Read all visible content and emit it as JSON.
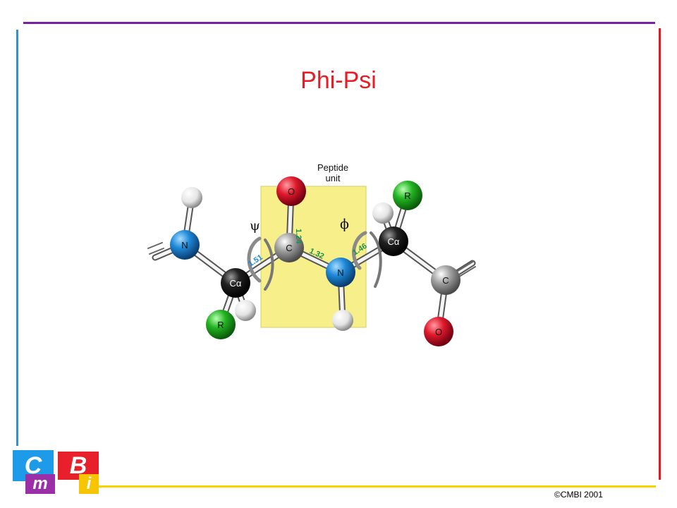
{
  "slide": {
    "title": "Phi-Psi",
    "copyright": "©CMBI 2001"
  },
  "logo": {
    "letters": [
      "C",
      "m",
      "B",
      "i"
    ]
  },
  "diagram": {
    "box_label_line1": "Peptide",
    "box_label_line2": "unit",
    "atoms": {
      "n_left": "N",
      "ca_left": "Cα",
      "r_left": "R",
      "c_center": "C",
      "o_top": "O",
      "n_center": "N",
      "ca_right": "Cα",
      "r_right": "R",
      "c_right": "C",
      "o_bottom": "O"
    },
    "angles": {
      "psi": "ψ",
      "phi": "ϕ"
    },
    "bonds": {
      "ca_c": "1.51",
      "c_o": "1.24",
      "c_n": "1.32",
      "n_ca": "1.46"
    }
  },
  "colors": {
    "title": "#e81c24",
    "box_fill": "#f7ef8a",
    "oxygen": "#e01a2c",
    "nitrogen": "#1e88d8",
    "carbon": "#9a9a9a",
    "alpha_carbon": "#1a1a1a",
    "r_group": "#22b322",
    "hydrogen": "#e8e8e8",
    "bond_length_green": "#1d8f4d",
    "bond_length_blue": "#1e88d8"
  }
}
